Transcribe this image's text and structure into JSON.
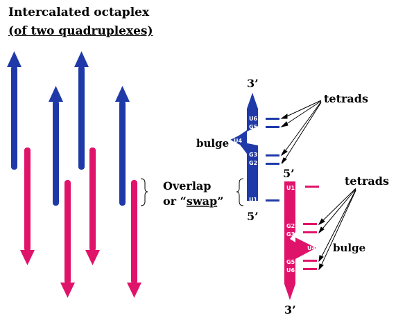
{
  "title": {
    "line1": "Intercalated octaplex",
    "line2": "(of two quadruplexes)"
  },
  "labels": {
    "overlap": "Overlap",
    "or_prefix": "or “",
    "swap": "swap",
    "close_quote": "”",
    "tetrads_top": "tetrads",
    "tetrads_bottom": "tetrads",
    "bulge_left": "bulge",
    "bulge_right": "bulge",
    "blue_top_end": "3’",
    "blue_bottom_end": "5’",
    "pink_top_end": "5’",
    "pink_bottom_end": "3’"
  },
  "nucleotides": {
    "blue": [
      "U6",
      "G5",
      "U4",
      "G3",
      "G2",
      "U1"
    ],
    "pink": [
      "U1",
      "G2",
      "G3",
      "U4",
      "G5",
      "U6"
    ]
  },
  "colors": {
    "blue_strand": "#1f3aa8",
    "pink_strand": "#e0136b",
    "text": "#000000"
  }
}
